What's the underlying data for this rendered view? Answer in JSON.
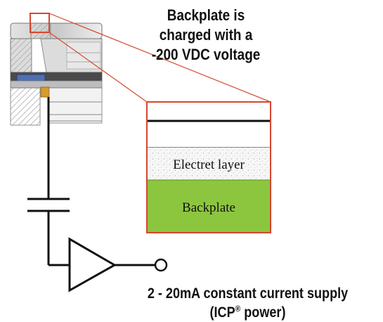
{
  "title": {
    "lines": [
      "Backplate is",
      "charged with a",
      "-200 VDC voltage"
    ]
  },
  "layers": {
    "electret_label": "Electret layer",
    "backplate_label": "Backplate"
  },
  "supply": {
    "line1": "2 - 20mA constant current supply",
    "line2_prefix": "(ICP",
    "line2_sup": "®",
    "line2_suffix": " power)"
  },
  "colors": {
    "accent_red": "#d7462f",
    "backplate_green": "#8cc63f",
    "microphone_blue": "#4f6fb3",
    "line_black": "#111111"
  }
}
